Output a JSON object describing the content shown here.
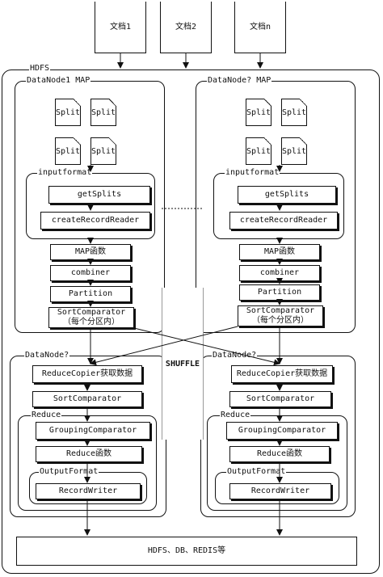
{
  "documents": [
    "文档1",
    "文档2",
    "文档n"
  ],
  "hdfs_label": "HDFS",
  "map_nodes": [
    {
      "title": "DataNode1 MAP",
      "splits": [
        "Split",
        "Split",
        "Split",
        "Split"
      ],
      "inputformat_label": "inputformat",
      "get_splits": "getSplits",
      "create_record_reader": "createRecordReader",
      "map_function": "MAP函数",
      "combiner": "combiner",
      "partition": "Partition",
      "sort_comparator": "SortComparator",
      "sort_comparator_note": "（每个分区内）"
    },
    {
      "title": "DataNode? MAP",
      "splits": [
        "Split",
        "Split",
        "Split",
        "Split"
      ],
      "inputformat_label": "inputformat",
      "get_splits": "getSplits",
      "create_record_reader": "createRecordReader",
      "map_function": "MAP函数",
      "combiner": "combiner",
      "partition": "Partition",
      "sort_comparator": "SortComparator",
      "sort_comparator_note": "（每个分区内）"
    }
  ],
  "shuffle_label": "SHUFFLE",
  "reduce_nodes": [
    {
      "title": "DataNode?",
      "reduce_copier": "ReduceCopier获取数据",
      "sort_comparator": "SortComparator",
      "reduce_label": "Reduce",
      "grouping_comparator": "GroupingComparator",
      "reduce_function": "Reduce函数",
      "output_format_label": "OutputFormat",
      "record_writer": "RecordWriter"
    },
    {
      "title": "DataNode?",
      "reduce_copier": "ReduceCopier获取数据",
      "sort_comparator": "SortComparator",
      "reduce_label": "Reduce",
      "grouping_comparator": "GroupingComparator",
      "reduce_function": "Reduce函数",
      "output_format_label": "OutputFormat",
      "record_writer": "RecordWriter"
    }
  ],
  "output_target": "HDFS、DB、REDIS等"
}
